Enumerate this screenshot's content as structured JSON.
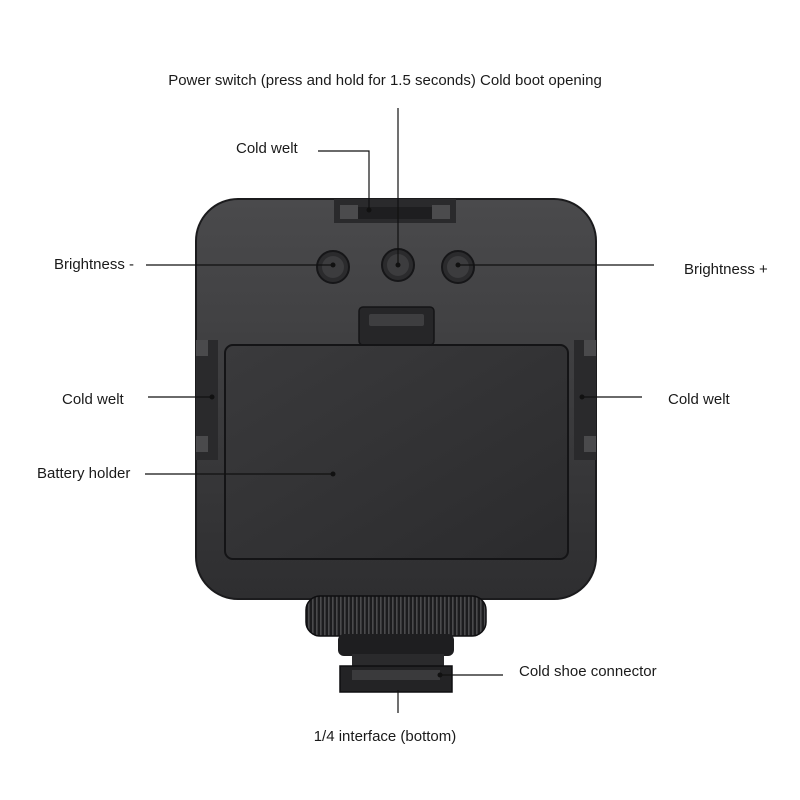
{
  "labels": {
    "power_switch": "Power switch (press and hold for 1.5 seconds) Cold boot opening",
    "cold_welt_top": "Cold welt",
    "brightness_minus": "Brightness -",
    "brightness_plus": "Brightness +",
    "cold_welt_left": "Cold welt",
    "cold_welt_right": "Cold welt",
    "battery_holder": "Battery holder",
    "cold_shoe_connector": "Cold shoe connector",
    "quarter_interface": "1/4 interface (bottom)"
  },
  "colors": {
    "body": "#3b3b3d",
    "panel": "#2f2f31",
    "leader": "#111111"
  }
}
